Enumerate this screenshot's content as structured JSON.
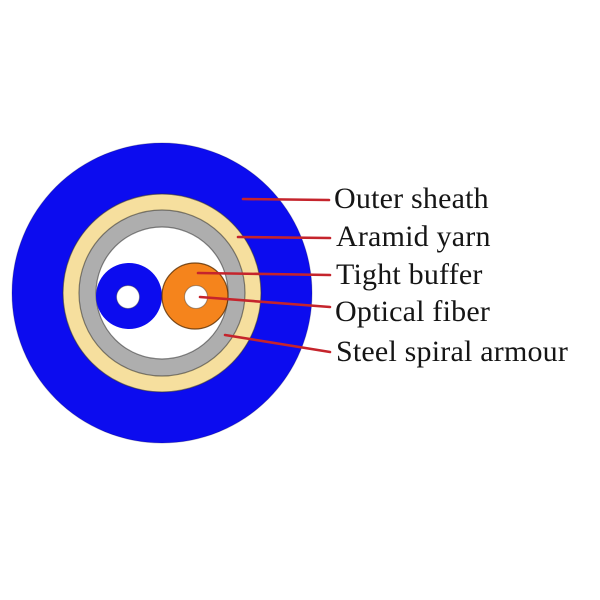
{
  "diagram": {
    "labels": [
      {
        "text": "Outer sheath"
      },
      {
        "text": "Aramid yarn"
      },
      {
        "text": "Tight buffer"
      },
      {
        "text": "Optical fiber"
      },
      {
        "text": "Steel spiral armour"
      }
    ],
    "colors": {
      "outer_sheath_blue": "#0C0CEF",
      "aramid_yarn_cream": "#F6DF9E",
      "steel_armour_gray": "#AEAEAE",
      "cavity_white": "#FFFFFF",
      "tight_buffer_blue": "#0C0CEF",
      "tight_buffer_orange": "#F5841C",
      "fiber_core_white": "#FFFFFF",
      "leader_line_red": "#C5242C",
      "label_text": "#151515"
    }
  }
}
